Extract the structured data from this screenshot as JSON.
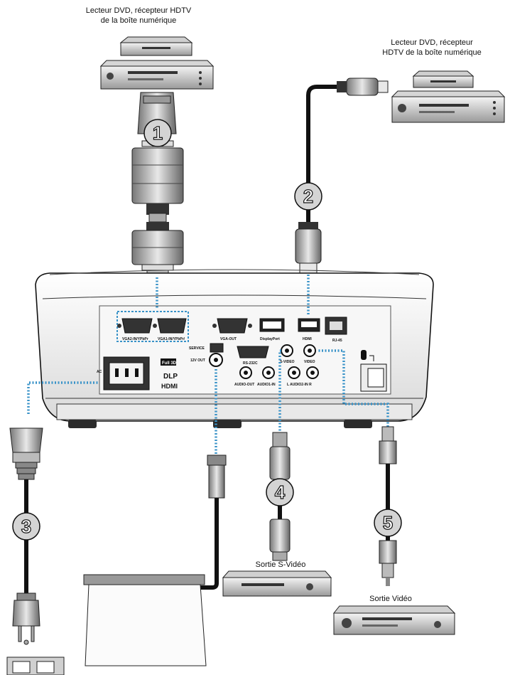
{
  "captions": {
    "top_left_line1": "Lecteur DVD, récepteur HDTV",
    "top_left_line2": "de la boîte numérique",
    "top_right_line1": "Lecteur DVD, récepteur",
    "top_right_line2": "HDTV de la boîte numérique",
    "svideo_out": "Sortie S-Vidéo",
    "video_out": "Sortie Vidéo"
  },
  "cable_numbers": [
    "1",
    "2",
    "3",
    "4",
    "5"
  ],
  "port_labels": {
    "vga2": "VGA2-IN/YPbPr",
    "vga1": "VGA1-IN/YPbPr/",
    "vga_out": "VGA-OUT",
    "displayport": "DisplayPort",
    "hdmi": "HDMI",
    "rj45": "RJ-45",
    "service": "SERVICE",
    "out_12v": "12V OUT",
    "rs232c": "RS-232C",
    "svideo": "S-VIDEO",
    "video": "VIDEO",
    "audio_out": "AUDIO-OUT",
    "audio1_in": "AUDIO1-IN",
    "audio2_in": "L AUDIO2-IN R",
    "ac": "AC"
  },
  "logos": {
    "full3d": "Full 3D",
    "hdmi_logo": "HDMI",
    "dlp": "DLP"
  },
  "colors": {
    "connection_dots": "#3a93c8",
    "outline": "#1a1a1a",
    "body_fill": "#f2f2f2"
  }
}
